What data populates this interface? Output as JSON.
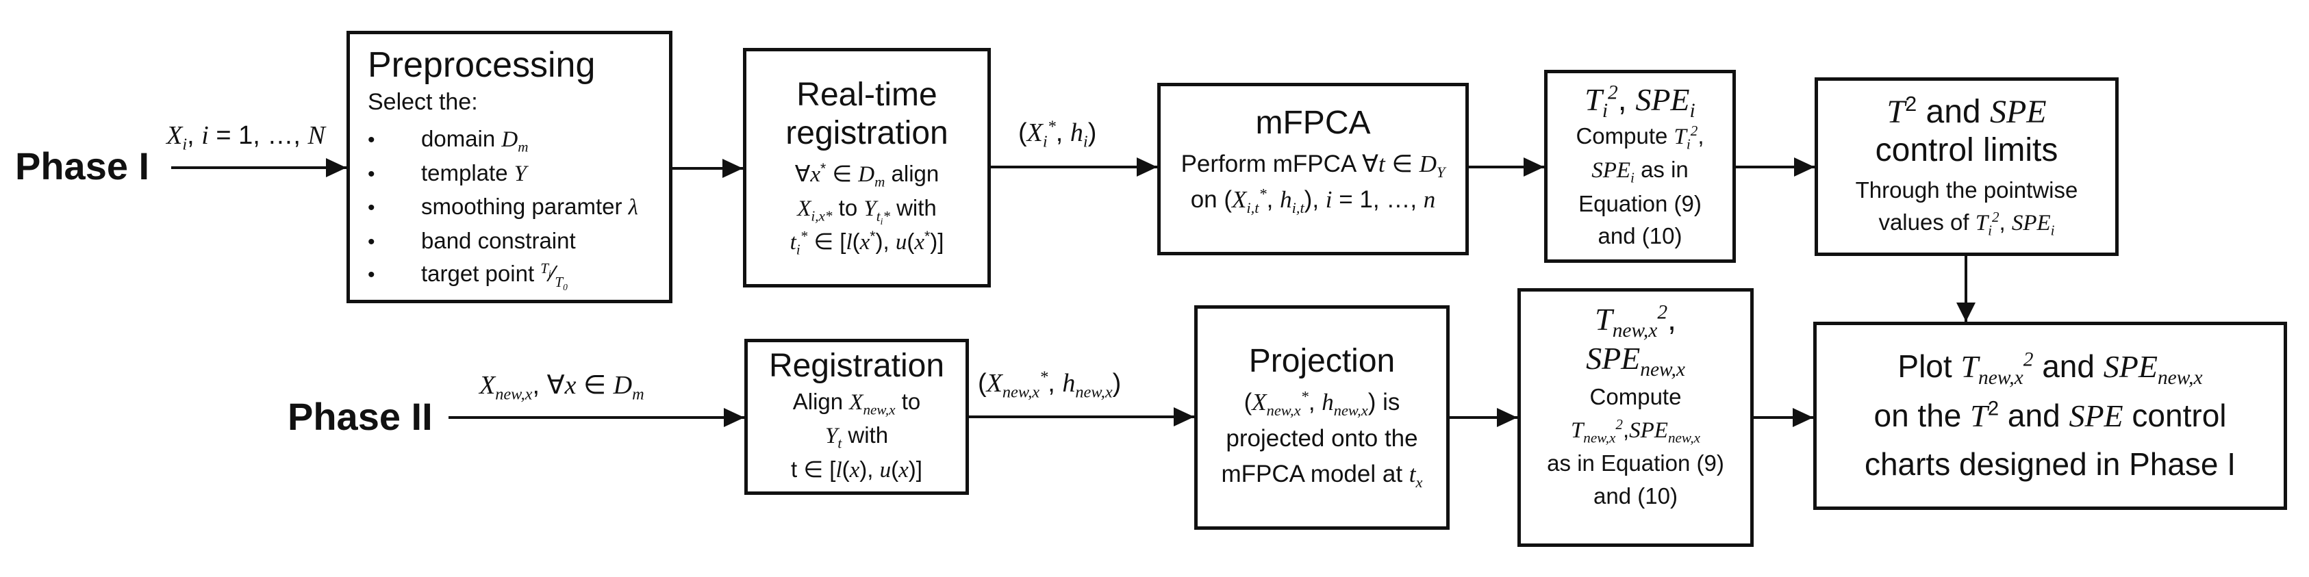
{
  "diagram": {
    "bullet_glyph": "•",
    "phase1": {
      "label": "Phase I",
      "input_arrow_label": "<i>X<sub>i</sub></i>, <i>i</i> = 1, …, <i>N</i>",
      "rt_to_mfpca_label": "(<i>X<sub>i</sub><sup>*</sup></i>, <i>h<sub>i</sub></i>)",
      "boxes": {
        "preprocessing": {
          "title": "Preprocessing",
          "intro": "Select the:",
          "bullets": [
            "domain <i>D<sub>m</sub></i>",
            "template <i>Y</i>",
            "smoothing paramter <i>λ</i>",
            "band constraint",
            "target point <i><sup>T<sub>i</sub></sup></i>⁄<i><sub>T<sub>0</sub></sub></i>"
          ]
        },
        "realtime_registration": {
          "title": "Real-time registration",
          "lines": [
            "∀<i>x</i><sup>*</sup> ∈ <i>D<sub>m</sub></i> align",
            "<i>X<sub>i,x*</sub></i> to <i>Y<sub>t<sub>i</sub>*</sub></i> with",
            "<i>t<sub>i</sub><sup>*</sup></i> ∈ [<i>l</i>(<i>x</i><sup>*</sup>), <i>u</i>(<i>x</i><sup>*</sup>)]"
          ]
        },
        "mfpca": {
          "title": "mFPCA",
          "lines": [
            "Perform mFPCA ∀<i>t</i> ∈ <i>D<sub>Y</sub></i>",
            "on (<i>X<sub>i,t</sub><sup>*</sup></i>, <i>h<sub>i,t</sub></i>), <i>i</i> = 1, …, <i>n</i>"
          ]
        },
        "t2_spe_i": {
          "title": "<i>T<sub>i</sub><sup>2</sup></i>, <i>SPE<sub>i</sub></i>",
          "lines": [
            "Compute <i>T<sub>i</sub><sup>2</sup></i>,",
            "<i>SPE<sub>i</sub></i> as in",
            "Equation (9)",
            "and (10)"
          ]
        },
        "control_limits": {
          "title_line1": "<i>T</i><sup>2</sup> and <i>SPE</i>",
          "title_line2": "control limits",
          "lines": [
            "Through the pointwise",
            "values of <i>T<sub>i</sub><sup>2</sup></i>, <i>SPE<sub>i</sub></i>"
          ]
        }
      }
    },
    "phase2": {
      "label": "Phase II",
      "input_arrow_label": "<i>X<sub>new,x</sub></i>, ∀<i>x</i> ∈ <i>D<sub>m</sub></i>",
      "reg_to_proj_label": "(<i>X<sub>new,x</sub><sup>*</sup></i>, <i>h<sub>new,x</sub></i>)",
      "boxes": {
        "registration": {
          "title": "Registration",
          "lines": [
            "Align <i>X<sub>new,x</sub></i>  to",
            "<i>Y<sub>t</sub></i> with",
            "t ∈ [<i>l</i>(<i>x</i>), <i>u</i>(<i>x</i>)]"
          ]
        },
        "projection": {
          "title": "Projection",
          "lines": [
            "(<i>X<sub>new,x</sub><sup>*</sup></i>, <i>h<sub>new,x</sub></i>) is",
            "projected onto the",
            "mFPCA model at <i>t<sub>x</sub></i>"
          ]
        },
        "t2_spe_new": {
          "title_line1": "<i>T<sub>new,x</sub><sup>2</sup></i>,",
          "title_line2": "<i>SPE<sub>new,x</sub></i>",
          "lines": [
            "Compute",
            "<i>T<sub>new,x</sub><sup>2</sup></i>,<i>SPE<sub>new,x</sub></i>",
            "as in Equation (9)",
            "and (10)"
          ]
        },
        "plot": {
          "lines": [
            "Plot <i>T<sub>new,x</sub><sup>2</sup></i> and <i>SPE<sub>new,x</sub></i>",
            "on the <i>T</i><sup>2</sup> and <i>SPE</i> control",
            "charts designed in Phase I"
          ]
        }
      }
    }
  }
}
